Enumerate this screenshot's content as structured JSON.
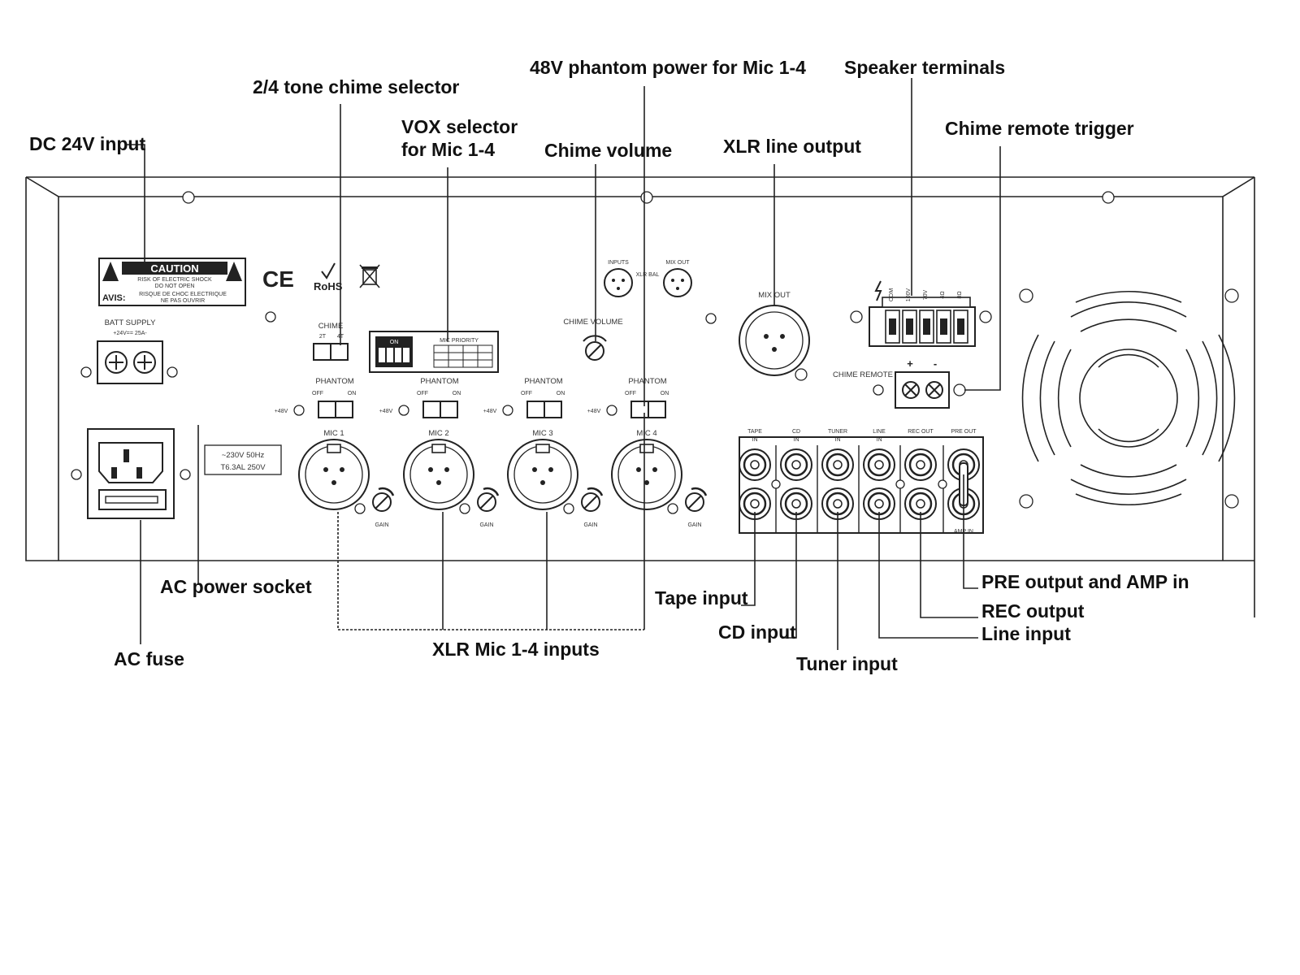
{
  "callouts": {
    "dc_input": "DC 24V input",
    "chime_selector": "2/4 tone chime selector",
    "vox_line1": "VOX selector",
    "vox_line2": "for Mic 1-4",
    "chime_volume": "Chime volume",
    "phantom_power": "48V phantom power for Mic 1-4",
    "xlr_line_output": "XLR line output",
    "speaker_terminals": "Speaker terminals",
    "chime_remote_trigger": "Chime remote trigger",
    "ac_power_socket": "AC power socket",
    "ac_fuse": "AC fuse",
    "xlr_mic_inputs": "XLR Mic 1-4 inputs",
    "tape_input": "Tape input",
    "cd_input": "CD input",
    "tuner_input": "Tuner input",
    "pre_amp": "PRE output and AMP in",
    "rec_output": "REC output",
    "line_input": "Line input"
  },
  "panel": {
    "caution": "CAUTION",
    "caution_sub1": "RISK OF ELECTRIC SHOCK",
    "caution_sub2": "DO NOT OPEN",
    "avis": "AVIS:",
    "avis_sub1": "RISQUE DE CHOC ELECTRIQUE",
    "avis_sub2": "NE PAS OUVRIR",
    "ce": "CE",
    "rohs": "RoHS",
    "batt_supply": "BATT SUPPLY",
    "batt_spec": "+24V== 25A-",
    "chime": "CHIME",
    "chime_2t": "2T",
    "chime_4t": "4T",
    "vox_on": "ON",
    "mic_priority": "MIC PRIORITY",
    "phantom": "PHANTOM",
    "off": "OFF",
    "on": "ON",
    "plus48v": "+48V",
    "mics": [
      "MIC 1",
      "MIC 2",
      "MIC 3",
      "MIC 4"
    ],
    "gain": "GAIN",
    "chime_volume_label": "CHIME VOLUME",
    "inputs": "INPUTS",
    "mix_out_small": "MIX OUT",
    "mix_out": "MIX OUT",
    "xlr_bal": "XLR BAL",
    "chime_remote": "CHIME REMOTE",
    "plus": "+",
    "minus": "-",
    "speaker_taps": [
      "COM",
      "100V",
      "70V",
      "4Ω",
      "8Ω"
    ],
    "mains_spec1": "~230V 50Hz",
    "mains_spec2": "T6.3AL 250V",
    "rca_labels": [
      {
        "l1": "TAPE",
        "l2": "IN"
      },
      {
        "l1": "CD",
        "l2": "IN"
      },
      {
        "l1": "TUNER",
        "l2": "IN"
      },
      {
        "l1": "LINE",
        "l2": "IN"
      },
      {
        "l1": "REC OUT",
        "l2": ""
      },
      {
        "l1": "PRE OUT",
        "l2": ""
      }
    ],
    "amp_in": "AMP IN"
  }
}
